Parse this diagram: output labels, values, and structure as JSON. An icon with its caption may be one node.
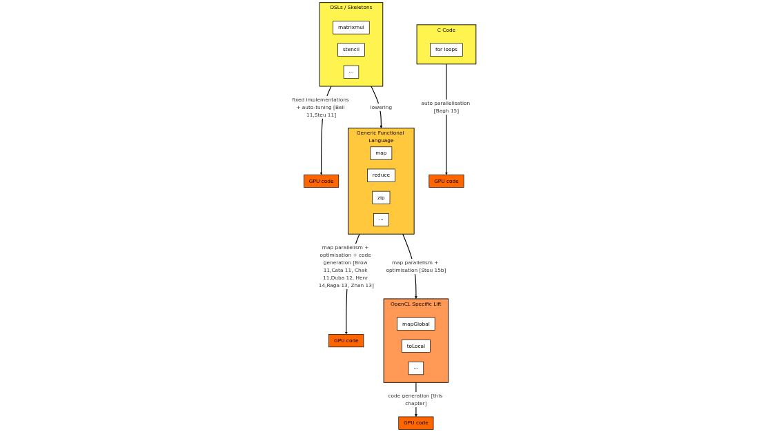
{
  "diagram": {
    "nodes": [
      {
        "text": [
          "C Code"
        ]
      },
      {
        "text": [
          "for loops"
        ],
        "in": 0
      },
      {
        "text": [
          "DSLs / Skeletons"
        ]
      },
      {
        "text": [
          "matrixmul"
        ],
        "in": 2
      },
      {
        "text": [
          "stencil"
        ],
        "in": 2
      },
      {
        "text": [
          "···"
        ],
        "in": 2
      },
      {
        "text": [
          "Generic Functional Language"
        ]
      },
      {
        "text": [
          "map"
        ],
        "in": 6
      },
      {
        "text": [
          "reduce"
        ],
        "in": 6
      },
      {
        "text": [
          "zip"
        ],
        "in": 6
      },
      {
        "text": [
          "···"
        ],
        "in": 6
      },
      {
        "text": [
          "OpenCL Specific Lift"
        ]
      },
      {
        "text": [
          "mapGlobal"
        ],
        "in": 11
      },
      {
        "text": [
          "toLocal"
        ],
        "in": 11
      },
      {
        "text": [
          "···"
        ],
        "in": 11
      },
      {
        "text": [
          "GPU code"
        ]
      },
      {
        "text": [
          "GPU code"
        ]
      },
      {
        "text": [
          "GPU code"
        ]
      },
      {
        "text": [
          "GPU code"
        ]
      }
    ],
    "edges": [
      {
        "from": 0,
        "to": 15,
        "arrow": "to",
        "label": "auto parallelisation [Bagh 15]"
      },
      {
        "from": 2,
        "to": 16,
        "arrow": "to",
        "label": "fixed implementations + auto-tuning [Bell 11,Steu 11]"
      },
      {
        "from": 2,
        "to": 6,
        "arrow": "to",
        "label": "lowering"
      },
      {
        "from": 6,
        "to": 17,
        "arrow": "to",
        "label": "map parallelism + optimisation + code generation [Brow 11,Cata 11, Chak 11,Duba 12, Henr 14,Raga 13, Zhan 13]"
      },
      {
        "from": 6,
        "to": 11,
        "arrow": "to",
        "label": "map parallelism + optimisation [Steu 15b]"
      },
      {
        "from": 11,
        "to": 18,
        "arrow": "to",
        "label": "code generation [this chapter]"
      }
    ]
  }
}
